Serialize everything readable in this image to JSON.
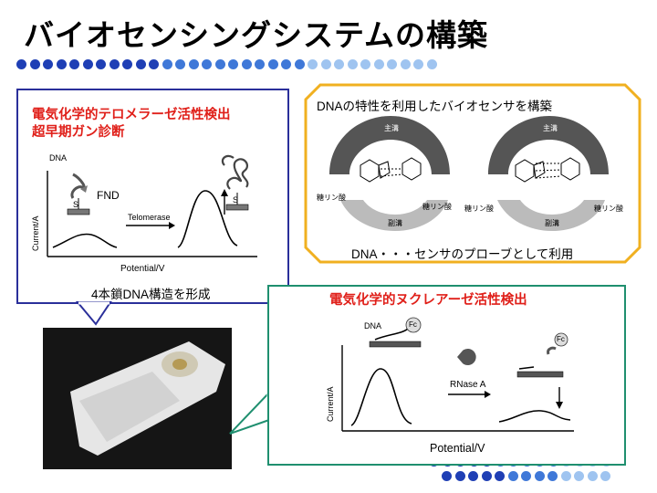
{
  "slide_title": "バイオセンシングシステムの構築",
  "left_panel": {
    "heading_line1": "電気化学的テロメラーゼ活性検出",
    "heading_line2": "超早期ガン診断",
    "label_dna": "DNA",
    "label_fnd": "FND",
    "label_s1": "S",
    "label_s2": "S",
    "label_telomerase": "Telomerase",
    "ylabel": "Current/A",
    "xlabel": "Potential/V",
    "caption": "4本鎖DNA構造を形成"
  },
  "right_panel": {
    "heading": "DNAの特性を利用したバイオセンサを構築",
    "left_struct": {
      "major_groove": "主溝",
      "minor_groove": "副溝",
      "sugar_left": "糖リン酸",
      "sugar_right": "糖リン酸"
    },
    "right_struct": {
      "major_groove": "主溝",
      "minor_groove": "副溝",
      "sugar_left": "糖リン酸",
      "sugar_right": "糖リン酸"
    },
    "caption": "DNA・・・センサのプローブとして利用"
  },
  "bottom_panel": {
    "heading": "電気化学的ヌクレアーゼ活性検出",
    "label_dna": "DNA",
    "label_fc1": "Fc",
    "label_fc2": "Fc",
    "label_rnase": "RNase A",
    "ylabel": "Current/A",
    "xlabel": "Potential/V"
  },
  "colors": {
    "dot_dark": "#1f3fb5",
    "dot_mid": "#3f78d8",
    "dot_light": "#9fc4f0",
    "left_border": "#2a2f9a",
    "right_border": "#f0b020",
    "bottom_border": "#1f8f6f",
    "heading_red": "#e0201a"
  }
}
